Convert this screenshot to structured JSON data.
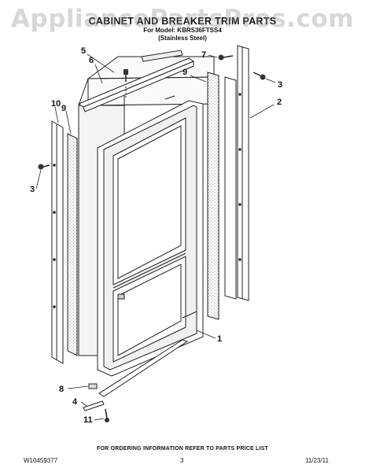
{
  "watermark": "AppliancePartsPros.com",
  "header": {
    "title": "CABINET AND BREAKER TRIM PARTS",
    "model_line": "For Model: KBRS36FTSS4",
    "variant": "(Stainless Steel)"
  },
  "callouts": {
    "c5": "5",
    "c6": "6",
    "c7": "7",
    "c9_right": "9",
    "c3_right": "3",
    "c2": "2",
    "c10": "10",
    "c9_left": "9",
    "c3_left": "3",
    "c1": "1",
    "c8": "8",
    "c4": "4",
    "c11": "11"
  },
  "footer": {
    "ordering_note": "FOR ORDERING INFORMATION REFER TO PARTS PRICE LIST",
    "doc_number": "W10459377",
    "page_number": "3",
    "date": "11/23/11"
  }
}
